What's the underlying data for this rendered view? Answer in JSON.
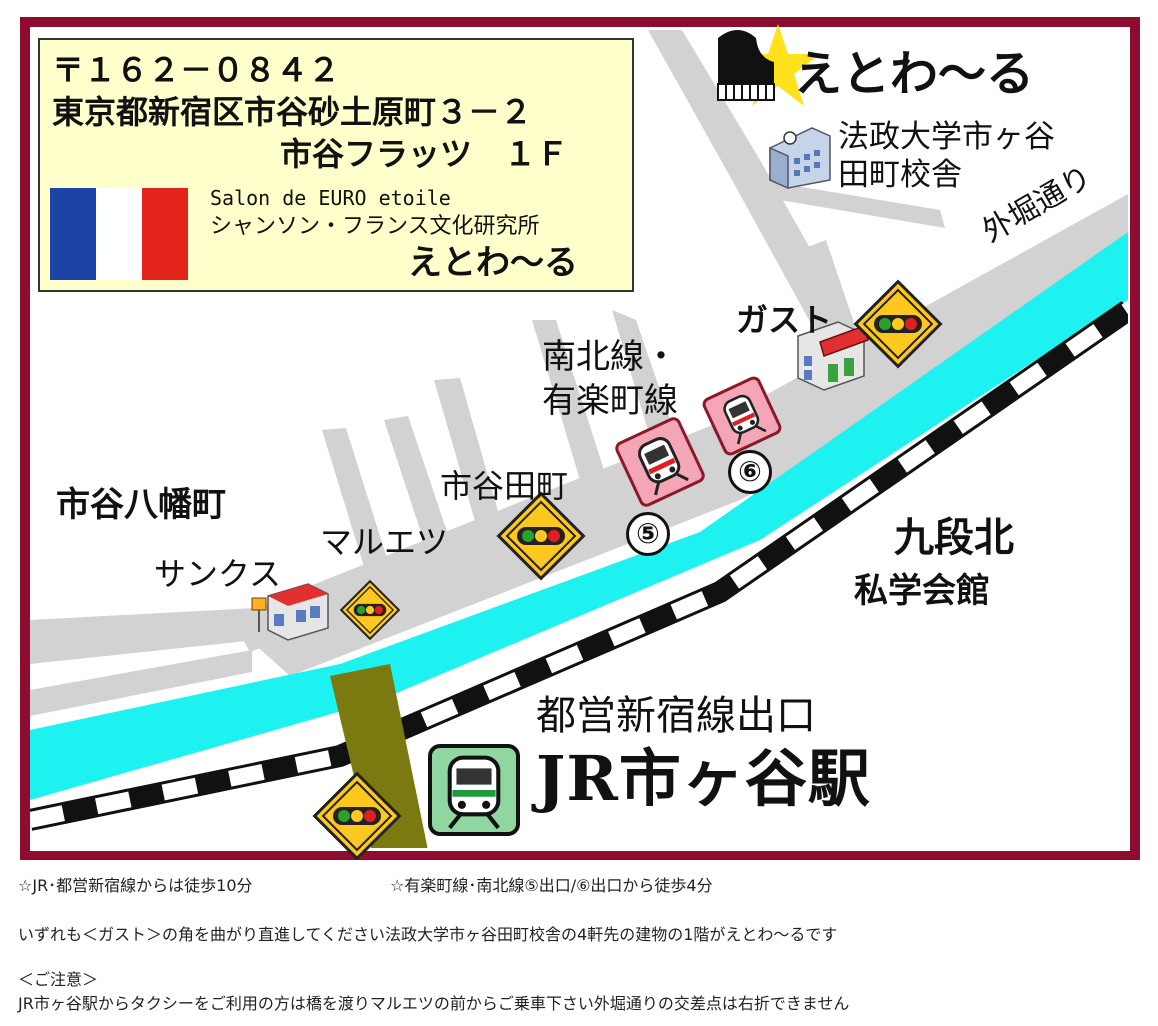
{
  "address": {
    "postal": "〒１６２－０８４２",
    "line1": "東京都新宿区市谷砂土原町３－２",
    "line2": "市谷フラッツ　１Ｆ",
    "salon_en": "Salon de EURO etoile",
    "salon_jp": "シャンソン・フランス文化研究所",
    "salon_name": "えとわ～る"
  },
  "flag_colors": [
    "#1c44a6",
    "#ffffff",
    "#e3241b"
  ],
  "map": {
    "brand": "えとわ～る",
    "hosei": [
      "法政大学市ヶ谷",
      "田町校舎"
    ],
    "sotobori": "外堀通り",
    "gusto": "ガスト",
    "nanboku": [
      "南北線・",
      "有楽町線"
    ],
    "ichigaya_tamachi": "市谷田町",
    "ichigaya_hachiman": "市谷八幡町",
    "maruetsu": "マルエツ",
    "sunkus": "サンクス",
    "kudan_kita": "九段北",
    "shigakukaikan": "私学会館",
    "toei_exit": "都営新宿線出口",
    "jr_station": "JR市ヶ谷駅",
    "exit5": "⑤",
    "exit6": "⑥",
    "icons": [
      "piano-star-icon",
      "school-building-icon",
      "restaurant-building-icon",
      "train-icon",
      "traffic-light-sign-icon",
      "convenience-store-icon"
    ]
  },
  "colors": {
    "frame": "#8e0c30",
    "water": "#1ef2f0",
    "road": "#d2d2d2",
    "rail_bridge": "#7a7a10",
    "sign": "#ffc81e",
    "metro_bg": "#f4a6b6",
    "jr_bg": "#8fd6a0"
  },
  "notes": {
    "line1_a": "☆JR･都営新宿線からは徒歩10分",
    "line1_b": "☆有楽町線･南北線⑤出口/⑥出口から徒歩4分",
    "line2": "いずれも＜ガスト＞の角を曲がり直進してください法政大学市ヶ谷田町校舎の4軒先の建物の1階がえとわ～るです",
    "line3": "＜ご注意＞",
    "line4": "JR市ヶ谷駅からタクシーをご利用の方は橋を渡りマルエツの前からご乗車下さい外堀通りの交差点は右折できません"
  }
}
